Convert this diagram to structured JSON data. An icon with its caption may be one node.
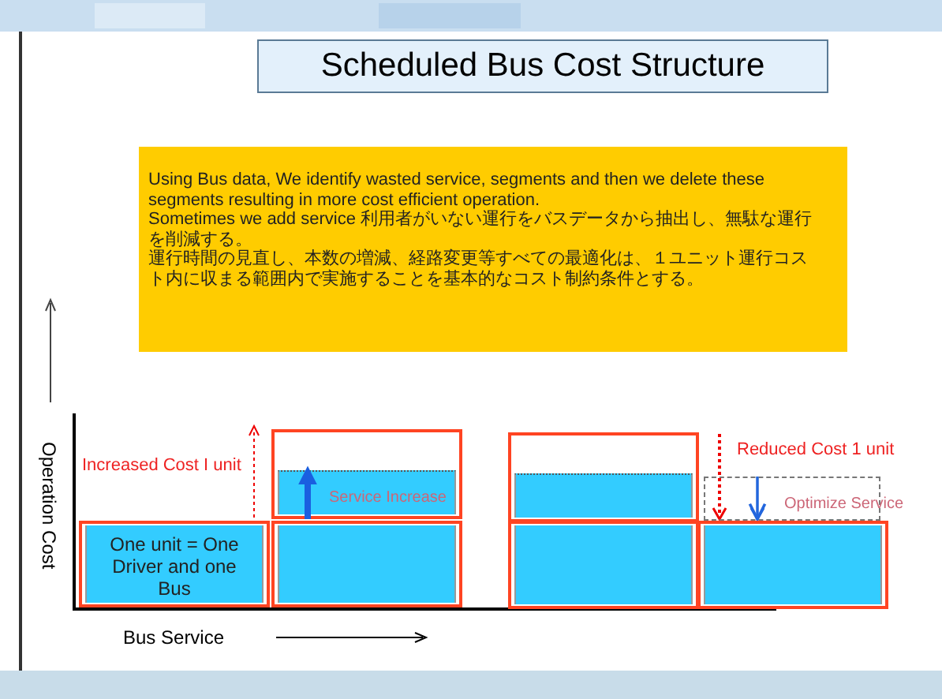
{
  "diagram": {
    "nodes": [
      {
        "text": [
          "Scheduled Bus Cost Structure"
        ]
      },
      {
        "text": [
          "Using Bus data, We identify wasted service, segments and then we delete these segments resulting in more cost efficient operation.",
          "Sometimes we add service 利用者がいない運行をバスデータから抽出し、無駄な運行を削減する。",
          "運行時間の見直し、本数の増減、経路変更等すべての最適化は、１ユニット運行コスト内に収まる範囲内で実施することを基本的なコスト制約条件とする。"
        ]
      },
      {
        "text": [
          "One unit = One Driver and one Bus"
        ]
      },
      {
        "text": [
          "Service Increase"
        ]
      },
      {
        "text": [],
        "shape": "box"
      },
      {
        "text": [],
        "shape": "box"
      },
      {
        "text": [],
        "shape": "box"
      },
      {
        "text": [],
        "shape": "box"
      },
      {
        "text": [],
        "shape": "box"
      }
    ],
    "edges": [
      {
        "from": 4,
        "to": 3,
        "arrow": "to",
        "style": "thick"
      },
      {
        "from": 8,
        "to": 7,
        "arrow": "to"
      }
    ],
    "labels": [
      "Increased Cost I unit",
      "Reduced Cost 1 unit",
      "Optimize Service",
      "Operation Cost",
      "Bus Service"
    ]
  }
}
